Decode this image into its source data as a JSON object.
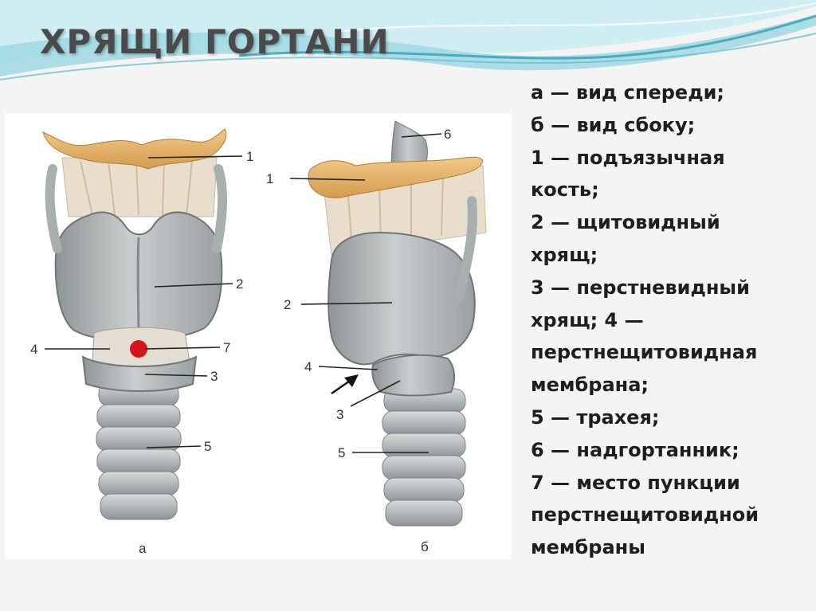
{
  "slide": {
    "title": "ХРЯЩИ ГОРТАНИ",
    "colors": {
      "wave_dark": "#2f9fb5",
      "wave_light": "#9fd8e3",
      "background": "#f4f4f4",
      "cartilage": "#b8bcbd",
      "hyoid_bone": "#e7b36a",
      "membrane": "#e6dccb",
      "puncture_marker": "#d3141a"
    }
  },
  "figure": {
    "panels": [
      {
        "letter": "а",
        "callouts": [
          "1",
          "2",
          "4",
          "7",
          "3",
          "5"
        ],
        "marker": "puncture-point"
      },
      {
        "letter": "б",
        "callouts": [
          "6",
          "1",
          "2",
          "4",
          "3",
          "5"
        ],
        "marker": "arrow"
      }
    ]
  },
  "legend": {
    "lines": [
      "а — вид спереди;",
      "б — вид сбоку;",
      "1 — подъязычная",
      "кость;",
      "2 — щитовидный",
      "хрящ;",
      "3 — перстневидный",
      "хрящ; 4 —",
      "перстнещитовидная",
      "мембрана;",
      "5 — трахея;",
      "6 — надгортанник;",
      "7 — место пункции",
      "перстнещитовидной",
      "мембраны"
    ]
  }
}
